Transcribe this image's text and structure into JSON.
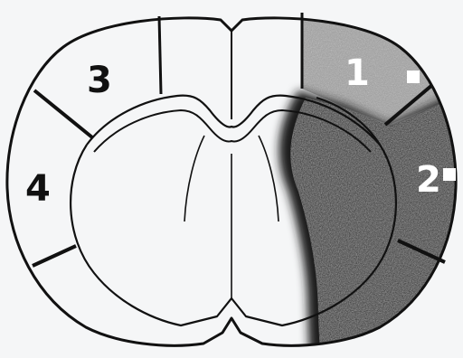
{
  "regions": [
    {
      "id": "1",
      "label": "1"
    },
    {
      "id": "2",
      "label": "2"
    },
    {
      "id": "3",
      "label": "3"
    },
    {
      "id": "4",
      "label": "4"
    }
  ],
  "colors": {
    "outline": "#111111",
    "lesion_core": "#1e1e1e",
    "penumbra": "#a3a3a3",
    "label_light": "#ffffff",
    "label_dark": "#111111",
    "marker": "#ffffff"
  }
}
